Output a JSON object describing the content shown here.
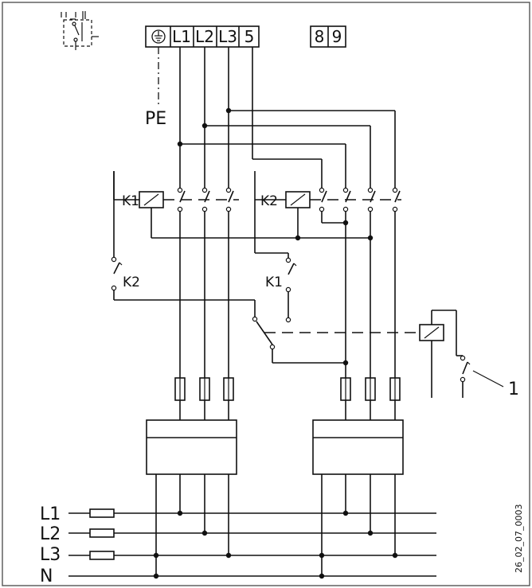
{
  "terminal_block": {
    "earth_symbol": "earth-ground-icon",
    "labels": [
      "L1",
      "L2",
      "L3",
      "5"
    ]
  },
  "control_terminals": [
    "8",
    "9"
  ],
  "pe_label": "PE",
  "relays": {
    "k1": "K1",
    "k2": "K2",
    "k1_interlock": "K1",
    "k2_interlock": "K2"
  },
  "bus_labels": [
    "L1",
    "L2",
    "L3",
    "N"
  ],
  "callout": "1",
  "drawing_code": "26_02_07_0003"
}
